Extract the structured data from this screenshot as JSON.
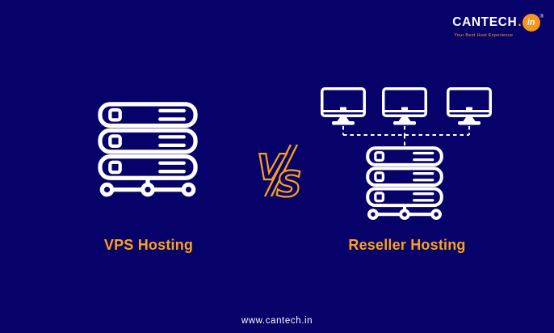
{
  "brand": {
    "name": "CANTECH",
    "dot": ".",
    "tld": "in",
    "registered": "®",
    "tagline": "Your Best Host Experience"
  },
  "comparison": {
    "left": {
      "label": "VPS Hosting"
    },
    "versus": {
      "letter_v": "V",
      "letter_s": "S"
    },
    "right": {
      "label": "Reseller Hosting"
    }
  },
  "footer": {
    "url": "www.cantech.in"
  },
  "colors": {
    "background": "#07016A",
    "accent_orange": "#F9A11B",
    "badge_orange": "#F7941E",
    "icon_white": "#FFFFFF"
  }
}
